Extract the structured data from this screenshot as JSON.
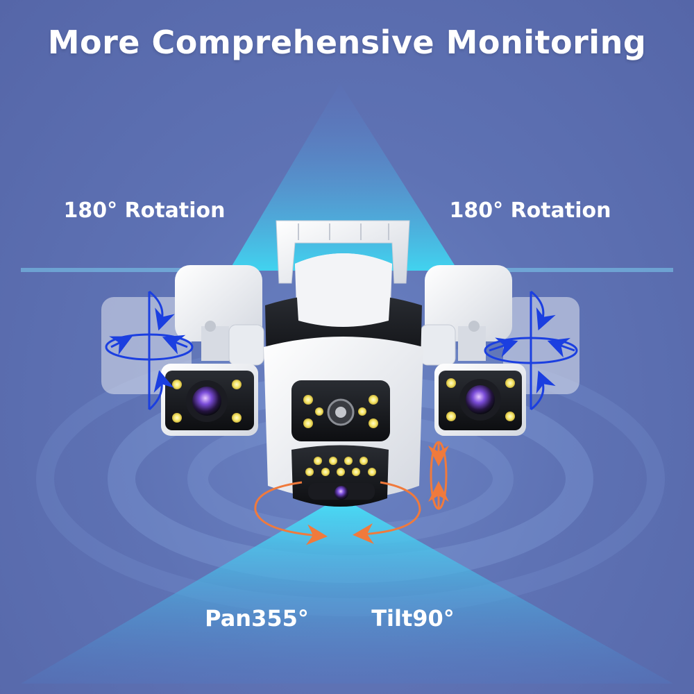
{
  "title": "More Comprehensive Monitoring",
  "labels": {
    "rotation_left": "180° Rotation",
    "rotation_right": "180° Rotation",
    "pan": "Pan355°",
    "tilt": "Tilt90°"
  },
  "colors": {
    "background": "#5d6fb0",
    "beam": "#3fd0ee",
    "rotation_arrows": "#1b3fe0",
    "pan_tilt_arrows": "#f07a3c",
    "led": "#f5e66a"
  },
  "icons": [
    "rotation-arrows-icon",
    "pan-arrows-icon",
    "tilt-arrows-icon"
  ]
}
